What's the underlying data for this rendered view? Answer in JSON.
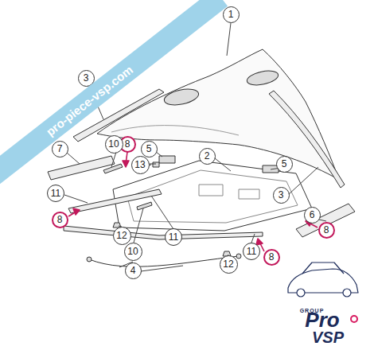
{
  "diagram": {
    "nodes": [
      {
        "text": [
          "1"
        ]
      },
      {
        "text": [
          "3"
        ]
      },
      {
        "text": [
          "8"
        ]
      },
      {
        "text": [
          "7"
        ]
      },
      {
        "text": [
          "10"
        ]
      },
      {
        "text": [
          "5"
        ]
      },
      {
        "text": [
          "13"
        ]
      },
      {
        "text": [
          "2"
        ]
      },
      {
        "text": [
          "5"
        ]
      },
      {
        "text": [
          "3"
        ]
      },
      {
        "text": [
          "11"
        ]
      },
      {
        "text": [
          "6"
        ]
      },
      {
        "text": [
          "8"
        ]
      },
      {
        "text": [
          "8"
        ]
      },
      {
        "text": [
          "12"
        ]
      },
      {
        "text": [
          "11"
        ]
      },
      {
        "text": [
          "10"
        ]
      },
      {
        "text": [
          "11"
        ]
      },
      {
        "text": [
          "8"
        ]
      },
      {
        "text": [
          "12"
        ]
      },
      {
        "text": [
          "4"
        ]
      }
    ],
    "labels": [
      "pro-piece-vsp.com",
      "GROUP",
      "Pro",
      "VSP"
    ]
  }
}
